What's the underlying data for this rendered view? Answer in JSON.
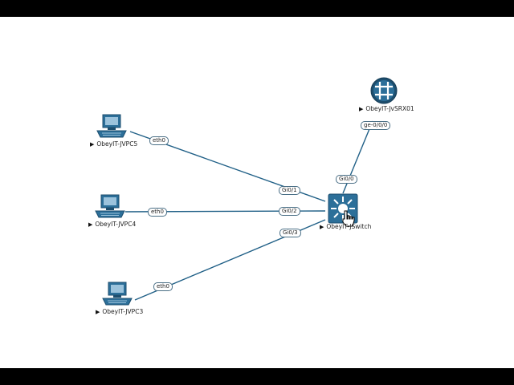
{
  "nodes": {
    "pc5": {
      "label": "ObeyIT-JVPC5",
      "icon": "desktop-pc-icon"
    },
    "pc4": {
      "label": "ObeyIT-JVPC4",
      "icon": "desktop-pc-icon"
    },
    "pc3": {
      "label": "ObeyIT-JVPC3",
      "icon": "desktop-pc-icon"
    },
    "switch": {
      "label": "ObeyIT-JSwitch",
      "icon": "layer3-switch-icon"
    },
    "router": {
      "label": "ObeyIT-JvSRX01",
      "icon": "firewall-router-icon"
    }
  },
  "links": {
    "pc5_switch": {
      "a": "eth0",
      "b": "Gi0/1"
    },
    "pc4_switch": {
      "a": "eth0",
      "b": "Gi0/2"
    },
    "pc3_switch": {
      "a": "eth0",
      "b": "Gi0/3"
    },
    "switch_router": {
      "a": "Gi0/0",
      "b": "ge-0/0/0"
    }
  },
  "colors": {
    "link": "#1f5f86",
    "device": "#2c6f99",
    "device_dark": "#1d4e6e",
    "background": "#ffffff",
    "letterbox": "#000000"
  }
}
